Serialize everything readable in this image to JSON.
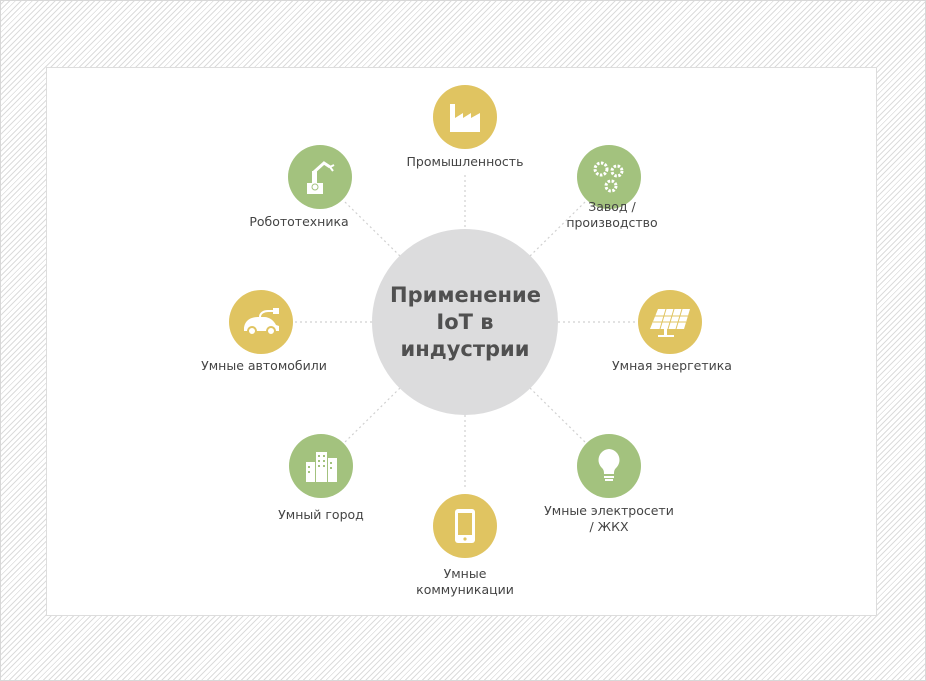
{
  "title": "Применение IoT в индустрии",
  "nodes": [
    {
      "label": "Промышленность",
      "icon": "factory-icon",
      "color": "#e0c461"
    },
    {
      "label": "Завод /\nпроизводство",
      "icon": "gears-icon",
      "color": "#a3c27e"
    },
    {
      "label": "Умная энергетика",
      "icon": "solar-panel-icon",
      "color": "#e0c461"
    },
    {
      "label": "Умные электросети\n/ ЖКХ",
      "icon": "light-bulb-icon",
      "color": "#a3c27e"
    },
    {
      "label": "Умные\nкоммуникации",
      "icon": "smartphone-icon",
      "color": "#e0c461"
    },
    {
      "label": "Умный город",
      "icon": "city-buildings-icon",
      "color": "#a3c27e"
    },
    {
      "label": "Умные автомобили",
      "icon": "electric-car-icon",
      "color": "#e0c461"
    },
    {
      "label": "Робототехника",
      "icon": "robot-arm-icon",
      "color": "#a3c27e"
    }
  ]
}
